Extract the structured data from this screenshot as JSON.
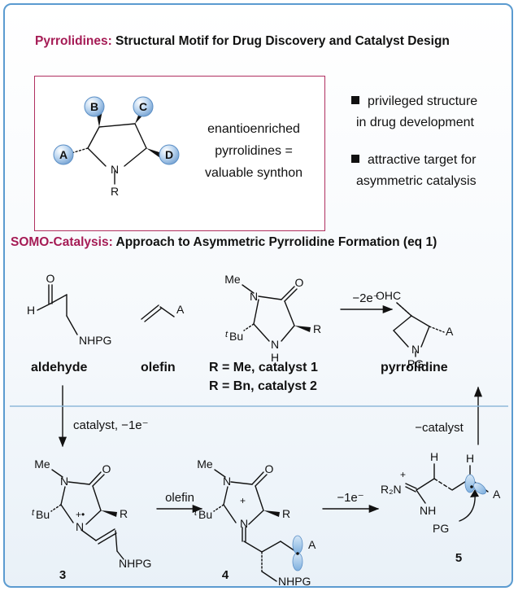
{
  "heading1": {
    "accent": "Pyrrolidines:",
    "rest": " Structural Motif for Drug Discovery and Catalyst Design"
  },
  "heading2": {
    "accent": "SOMO-Catalysis:",
    "rest": " Approach to Asymmetric Pyrrolidine Formation (eq 1)"
  },
  "structure_box": {
    "substituents": [
      "A",
      "B",
      "C",
      "D"
    ],
    "ring_n": "N",
    "ring_r": "R",
    "caption": [
      "enantioenriched",
      "pyrrolidines =",
      "valuable synthon"
    ]
  },
  "bullets": [
    {
      "line1": "privileged structure",
      "line2": "in drug development"
    },
    {
      "line1": "attractive target for",
      "line2": "asymmetric catalysis"
    }
  ],
  "labels": {
    "aldehyde": "aldehyde",
    "olefin": "olefin",
    "catalyst1": "R = Me, catalyst 1",
    "catalyst2": "R = Bn, catalyst 2",
    "pyrrolidine": "pyrrolidine",
    "c3": "3",
    "c4": "4",
    "c5": "5"
  },
  "arrows": {
    "top": "−2e⁻",
    "down": "catalyst, −1e⁻",
    "olefin_step": "olefin",
    "oxidation": "−1e⁻",
    "up": "−catalyst"
  },
  "atoms": {
    "O": "O",
    "H": "H",
    "NHPG": "NHPG",
    "A": "A",
    "Me": "Me",
    "N": "N",
    "tBu_t": "t",
    "tBu": "Bu",
    "R": "R",
    "OHC": "OHC",
    "PG": "PG",
    "NH": "NH",
    "R2N": "R₂N",
    "plus": "+",
    "plusdot": "+•"
  },
  "colors": {
    "accent": "#a51b55",
    "frame": "#5b9bd0",
    "divider": "#8fb8d9",
    "orbital": "#7fb0de"
  }
}
